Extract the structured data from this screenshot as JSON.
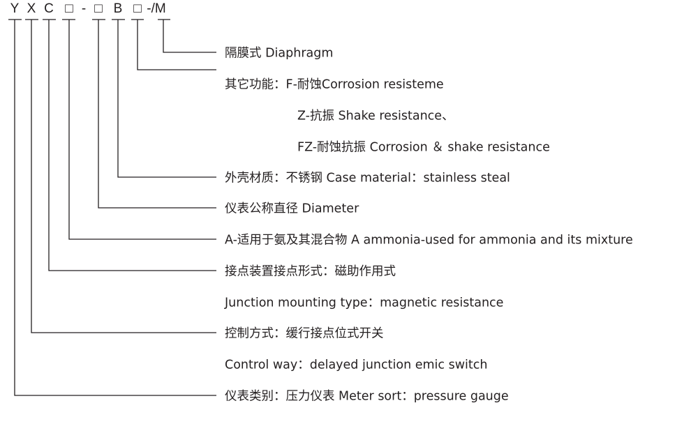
{
  "model_code": [
    "Y",
    "X",
    "C",
    "□",
    "-",
    "□",
    "B",
    "□",
    "-/M"
  ],
  "descriptions": [
    "隔膜式 Diaphragm",
    "其它功能：F-耐蚀Corrosion resisteme",
    "Z-抗振 Shake resistance、",
    "FZ-耐蚀抗振 Corrosion ＆ shake resistance",
    "外壳材质：不锈钢 Case material：stainless steal",
    "仪表公称直径 Diameter",
    "A-适用于氨及其混合物 A ammonia-used for ammonia and its mixture",
    "接点装置接点形式：磁助作用式",
    "Junction mounting type：magnetic resistance",
    "控制方式：缓行接点位式开关",
    "Control way：delayed junction emic switch",
    "仪表类别：压力仪表 Meter sort：pressure gauge"
  ],
  "line_color": "#231f20"
}
